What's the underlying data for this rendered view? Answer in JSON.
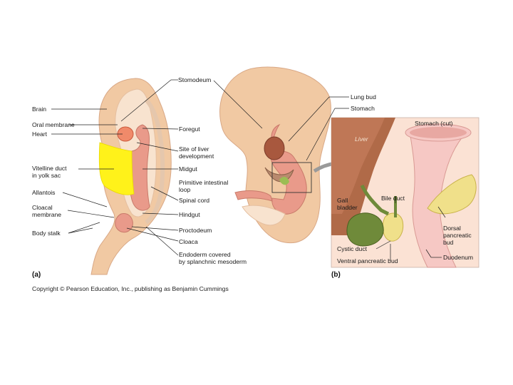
{
  "panel_a": {
    "letter": "(a)",
    "labels": {
      "stomodeum": "Stomodeum",
      "brain": "Brain",
      "oral_membrane": "Oral membrane",
      "heart": "Heart",
      "foregut": "Foregut",
      "site_of_liver": "Site of liver\ndevelopment",
      "vitelline_duct": "Vitelline duct\nin yolk sac",
      "midgut": "Midgut",
      "primitive_loop": "Primitive intestinal\nloop",
      "allantois": "Allantois",
      "spinal_cord": "Spinal cord",
      "cloacal_membrane": "Cloacal\nmembrane",
      "hindgut": "Hindgut",
      "body_stalk": "Body stalk",
      "proctodeum": "Proctodeum",
      "cloaca": "Cloaca",
      "endoderm": "Endoderm covered\nby splanchnic mesoderm"
    }
  },
  "panel_b": {
    "letter": "(b)",
    "labels": {
      "lung_bud": "Lung bud",
      "stomach": "Stomach",
      "stomach_cut": "Stomach (cut)",
      "liver": "Liver",
      "gall_bladder": "Gall\nbladder",
      "bile_duct": "Bile duct",
      "dorsal_pancreatic_bud": "Dorsal\npancreatic\nbud",
      "cystic_duct": "Cystic duct",
      "ventral_pancreatic_bud": "Ventral pancreatic bud",
      "duodenum": "Duodenum"
    }
  },
  "copyright": "Copyright © Pearson Education, Inc., publishing as Benjamin Cummings",
  "colors": {
    "tissue": "#f1c9a3",
    "tissue_light": "#f8e3cf",
    "gut": "#e99a8a",
    "yolk": "#fff21a",
    "liver": "#b98a6e",
    "gall_bladder": "#6f8a3a",
    "pancreas": "#f0e08a",
    "stomach_cut": "#f6c8c4"
  }
}
